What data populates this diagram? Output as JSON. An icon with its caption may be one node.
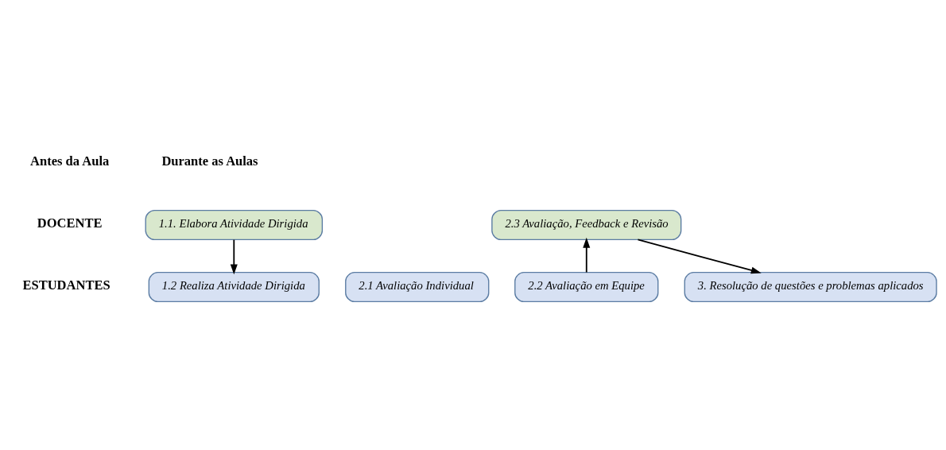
{
  "diagram": {
    "nodes": [
      {
        "text": [
          "1.1. Elabora Atividade Dirigida"
        ]
      },
      {
        "text": [
          "2.3 Avaliação, Feedback e Revisão"
        ]
      },
      {
        "text": [
          "1.2 Realiza Atividade Dirigida"
        ]
      },
      {
        "text": [
          "2.1 Avaliação Individual"
        ]
      },
      {
        "text": [
          "2.2 Avaliação em Equipe"
        ]
      },
      {
        "text": [
          "3. Resolução de questões e problemas aplicados"
        ]
      }
    ],
    "edges": [
      {
        "from": 0,
        "to": 2,
        "arrow": "to"
      },
      {
        "from": 4,
        "to": 1,
        "arrow": "to"
      },
      {
        "from": 1,
        "to": 5,
        "arrow": "to"
      }
    ],
    "labels": [
      "Antes da Aula",
      "Durante as Aulas",
      "DOCENTE",
      "ESTUDANTES"
    ]
  }
}
